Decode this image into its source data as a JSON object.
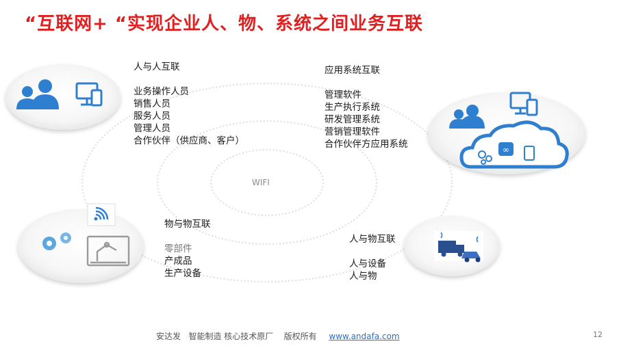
{
  "title": "“互联网+ “实现企业人、物、系统之间业务互联",
  "center_label": "WIFI",
  "people_block": {
    "head": "人与人互联",
    "items": [
      "业务操作人员",
      "销售人员",
      "服务人员",
      "管理人员",
      "合作伙伴（供应商、客户）"
    ]
  },
  "systems_block": {
    "head": "应用系统互联",
    "items": [
      "管理软件",
      "生产执行系统",
      "研发管理系统",
      "营销管理软件",
      "合作伙伴方应用系统"
    ]
  },
  "things_block": {
    "head": "物与物互联",
    "items": [
      "零部件",
      "产成品",
      "生产设备"
    ]
  },
  "people_things_block": {
    "head": "人与物互联",
    "items": [
      "人与设备",
      "人与物"
    ]
  },
  "footer": {
    "company": "安达发",
    "slogan": "智能制造 核心技术原厂",
    "rights": "版权所有",
    "url": "www.andafa.com"
  },
  "page_number": "12",
  "colors": {
    "title": "#e02020",
    "icon_blue": "#2f7fd0",
    "ring": "#d9d9d9",
    "link": "#2e6fc6"
  }
}
